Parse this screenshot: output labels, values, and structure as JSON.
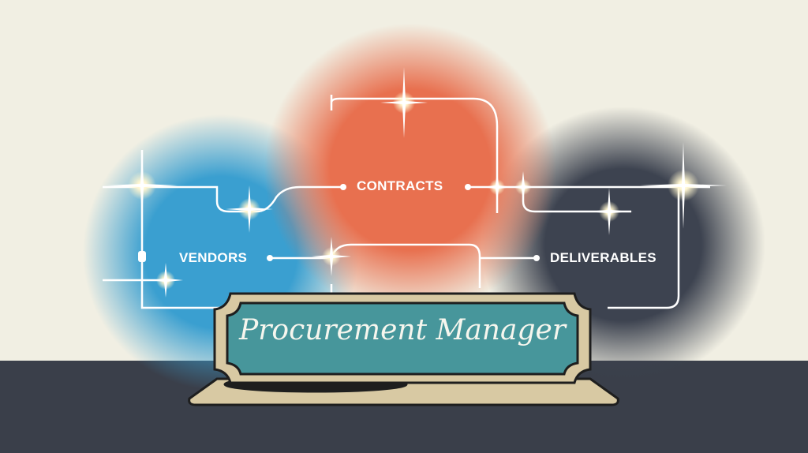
{
  "labels": {
    "contracts": "CONTRACTS",
    "vendors": "VENDORS",
    "deliverables": "DELIVERABLES"
  },
  "nameplate": {
    "title": "Procurement Manager"
  },
  "colors": {
    "background": "#f1efe3",
    "floor": "#3a3f4a",
    "blue": "#3a9fd0",
    "orange": "#e8704f",
    "dark": "#3d4350",
    "plate_teal": "#47969b",
    "plate_frame": "#d8c9a3"
  }
}
